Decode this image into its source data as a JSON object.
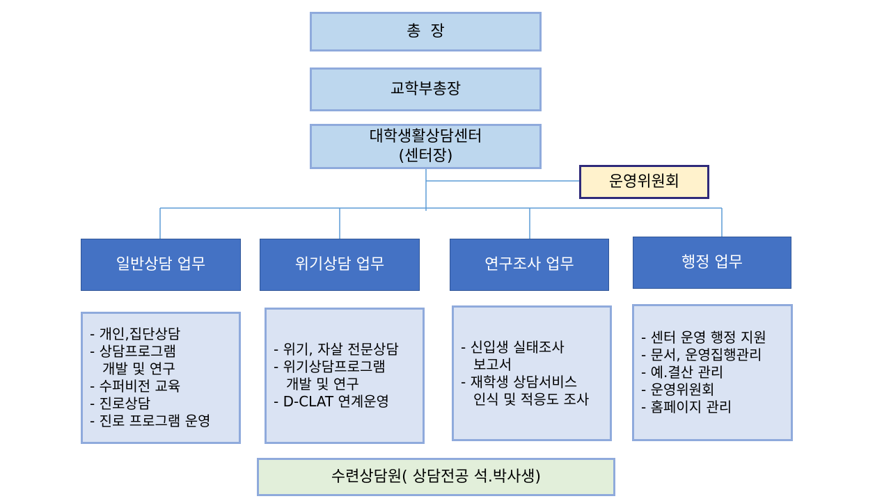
{
  "president": "총  장",
  "vice_president": "교학부총장",
  "center": {
    "line1": "대학생활상담센터",
    "line2": "(센터장)"
  },
  "committee": "운영위원회",
  "departments": [
    {
      "title": "일반상담 업무",
      "items": [
        "개인,집단상담",
        "상담프로그램\n개발 및 연구",
        "수퍼비전 교육",
        "진로상담",
        "진로 프로그램 운영"
      ]
    },
    {
      "title": "위기상담 업무",
      "items": [
        "위기, 자살 전문상담",
        "위기상담프로그램\n개발 및 연구",
        "D-CLAT 연계운영"
      ]
    },
    {
      "title": "연구조사 업무",
      "items": [
        "신입생 실태조사\n보고서",
        "재학생 상담서비스\n인식 및 적응도 조사"
      ]
    },
    {
      "title": "행정 업무",
      "items": [
        "센터 운영 행정 지원",
        "문서, 운영집행관리",
        "예.결산 관리",
        "운영위원회",
        "홈페이지 관리"
      ]
    }
  ],
  "trainees": "수련상담원( 상담전공 석.박사생)"
}
